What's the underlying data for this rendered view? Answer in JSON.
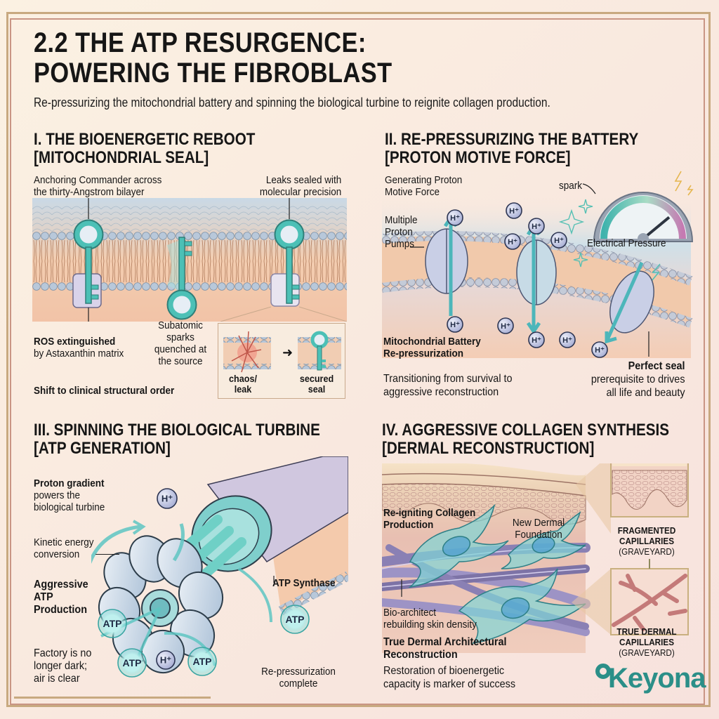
{
  "header": {
    "title_line1": "2.2 THE ATP RESURGENCE:",
    "title_line2": "POWERING THE FIBROBLAST",
    "subtitle": "Re-pressurizing the mitochondrial battery and spinning the biological turbine to reignite collagen production."
  },
  "colors": {
    "accent_teal": "#3fb3ad",
    "membrane_head": "#aebfd4",
    "membrane_tail": "#f3c6a6",
    "frame_gold": "#c8a980",
    "frame_rose": "#c99584",
    "logo_teal": "#2b8f88"
  },
  "sections": [
    {
      "title_line1": "I. THE BIOENERGETIC REBOOT",
      "title_line2": "[MITOCHONDRIAL SEAL]",
      "labels": {
        "anchoring_1": "Anchoring Commander across",
        "anchoring_2": "the thirty-Angstrom bilayer",
        "leaks_1": "Leaks sealed with",
        "leaks_2": "molecular precision",
        "ros_bold": "ROS extinguished",
        "ros_rest": "by Astaxanthin matrix",
        "sparks_1": "Subatomic",
        "sparks_2": "sparks",
        "sparks_3": "quenched at",
        "sparks_4": "the source",
        "shift": "Shift to clinical structural order",
        "inset_chaos_1": "chaos/",
        "inset_chaos_2": "leak",
        "inset_secured_1": "secured",
        "inset_secured_2": "seal",
        "inset_arrow": "➜"
      },
      "icons": [
        "key-anchor-icon",
        "key-floating-icon",
        "key-seal-icon",
        "membrane-bilayer",
        "leak-burst-icon"
      ]
    },
    {
      "title_line1": "II. RE-PRESSURIZING THE BATTERY",
      "title_line2": "[PROTON MOTIVE FORCE]",
      "labels": {
        "generating_1": "Generating Proton",
        "generating_2": "Motive Force",
        "pumps_1": "Multiple",
        "pumps_2": "Proton",
        "pumps_3": "Pumps",
        "spark": "spark",
        "gauge": "Electrical Pressure",
        "battery_1": "Mitochondrial Battery",
        "battery_2": "Re-pressurization",
        "transition_1": "Transitioning from survival to",
        "transition_2": "aggressive reconstruction",
        "seal_bold": "Perfect seal",
        "seal_1": "prerequisite to drives",
        "seal_2": "all life and beauty",
        "proton": "H⁺"
      },
      "gauge_level": 0.78
    },
    {
      "title_line1": "III. SPINNING THE BIOLOGICAL TURBINE",
      "title_line2": "[ATP GENERATION]",
      "labels": {
        "gradient_bold": "Proton gradient",
        "gradient_1": "powers the",
        "gradient_2": "biological turbine",
        "kinetic_1": "Kinetic energy",
        "kinetic_2": "conversion",
        "aggressive_1": "Aggressive",
        "aggressive_2": "ATP",
        "aggressive_3": "Production",
        "factory_1": "Factory is no",
        "factory_2": "longer dark;",
        "factory_3": "air is clear",
        "synthase": "ATP Synthase",
        "repress_1": "Re-pressurization",
        "repress_2": "complete",
        "atp": "ATP",
        "proton": "H⁺"
      }
    },
    {
      "title_line1": "IV. AGGRESSIVE COLLAGEN SYNTHESIS",
      "title_line2": "[DERMAL RECONSTRUCTION]",
      "labels": {
        "reigniting_1": "Re-igniting Collagen",
        "reigniting_2": "Production",
        "new_dermal_1": "New Dermal",
        "new_dermal_2": "Foundation",
        "bio_1": "Bio-architect",
        "bio_2": "rebuilding skin density",
        "true_bold_1": "True Dermal Architectural",
        "true_bold_2": "Reconstruction",
        "restoration_1": "Restoration of bioenergetic",
        "restoration_2": "capacity is marker of success",
        "fragmented_1": "FRAGMENTED",
        "fragmented_2": "CAPILLARIES",
        "fragmented_3": "(GRAVEYARD)",
        "truecap_1": "TRUE DERMAL",
        "truecap_2": "CAPILLARIES",
        "truecap_3": "(GRAVEYARD)"
      }
    }
  ],
  "brand": {
    "logo_text": "Keyona"
  }
}
